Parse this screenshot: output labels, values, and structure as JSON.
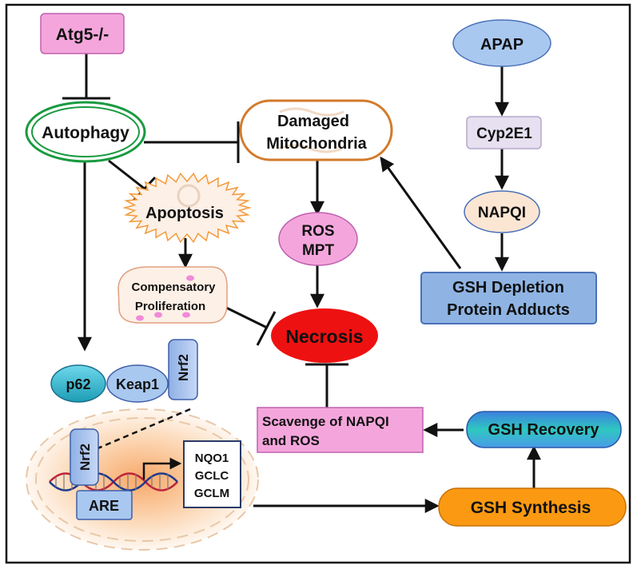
{
  "nodes": {
    "atg5": "Atg5-/-",
    "autophagy": "Autophagy",
    "damaged_mito_line1": "Damaged",
    "damaged_mito_line2": "Mitochondria",
    "apap": "APAP",
    "cyp2e1": "Cyp2E1",
    "napqi": "NAPQI",
    "gsh_depletion_line1": "GSH Depletion",
    "gsh_depletion_line2": "Protein Adducts",
    "apoptosis": "Apoptosis",
    "ros_mpt_line1": "ROS",
    "ros_mpt_line2": "MPT",
    "comp_prolif_line1": "Compensatory",
    "comp_prolif_line2": "Proliferation",
    "necrosis": "Necrosis",
    "p62": "p62",
    "keap1": "Keap1",
    "nrf2": "Nrf2",
    "nrf2_nucleus": "Nrf2",
    "are": "ARE",
    "genes": [
      "NQO1",
      "GCLC",
      "GCLM"
    ],
    "scavenge_line1": "Scavenge of NAPQI",
    "scavenge_line2": "and ROS",
    "gsh_recovery": "GSH Recovery",
    "gsh_synthesis": "GSH Synthesis"
  },
  "colors": {
    "pink": "#f4a6dc",
    "blue_light": "#a9c8f0",
    "blue_box": "#8fb4e3",
    "lavender": "#e6e0f0",
    "peach": "#fbe6d4",
    "necrosis_red": "#ee1111",
    "teal": "#2bb8cc",
    "orange": "#fb9a12",
    "autophagy_green": "#1a9a40",
    "mito_orange": "#d27a2a"
  }
}
